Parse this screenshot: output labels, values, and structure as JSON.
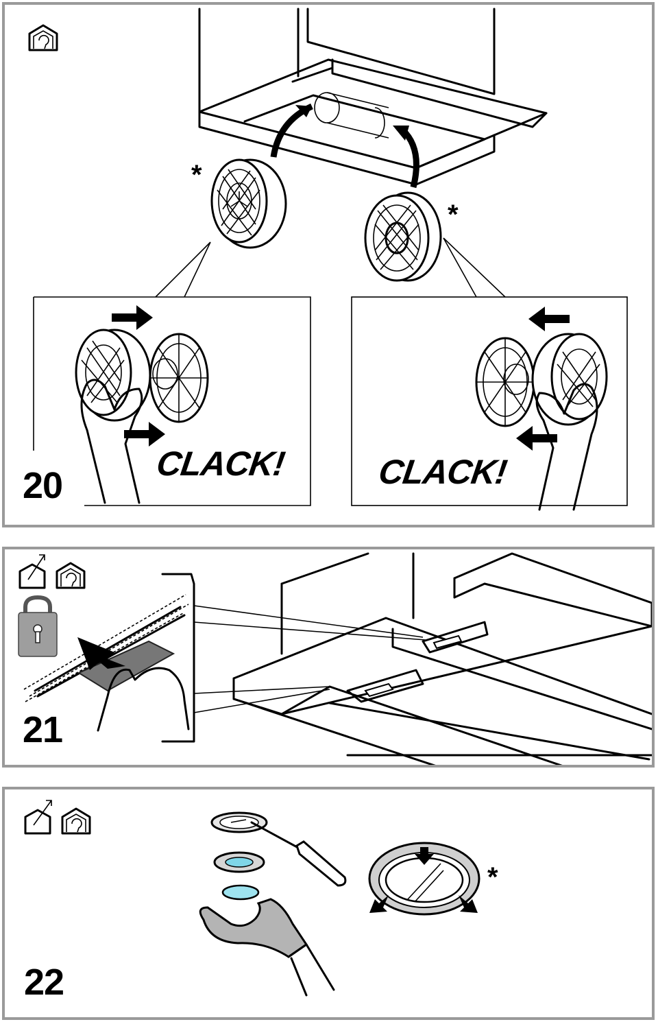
{
  "steps": [
    {
      "number": "20",
      "callouts": [
        "CLACK!",
        "CLACK!"
      ],
      "optional_marks": [
        "*",
        "*"
      ],
      "icons": [
        "recirculation-mode-icon"
      ]
    },
    {
      "number": "21",
      "icons": [
        "extraction-mode-icon",
        "recirculation-mode-icon",
        "padlock-icon"
      ]
    },
    {
      "number": "22",
      "optional_marks": [
        "*"
      ],
      "icons": [
        "extraction-mode-icon",
        "recirculation-mode-icon",
        "screwdriver-icon",
        "gloved-hand-icon",
        "lamp-cover-icon"
      ]
    }
  ],
  "colors": {
    "border": "#9a9a9a",
    "ink": "#000000",
    "lens": "#7fd6e8"
  }
}
